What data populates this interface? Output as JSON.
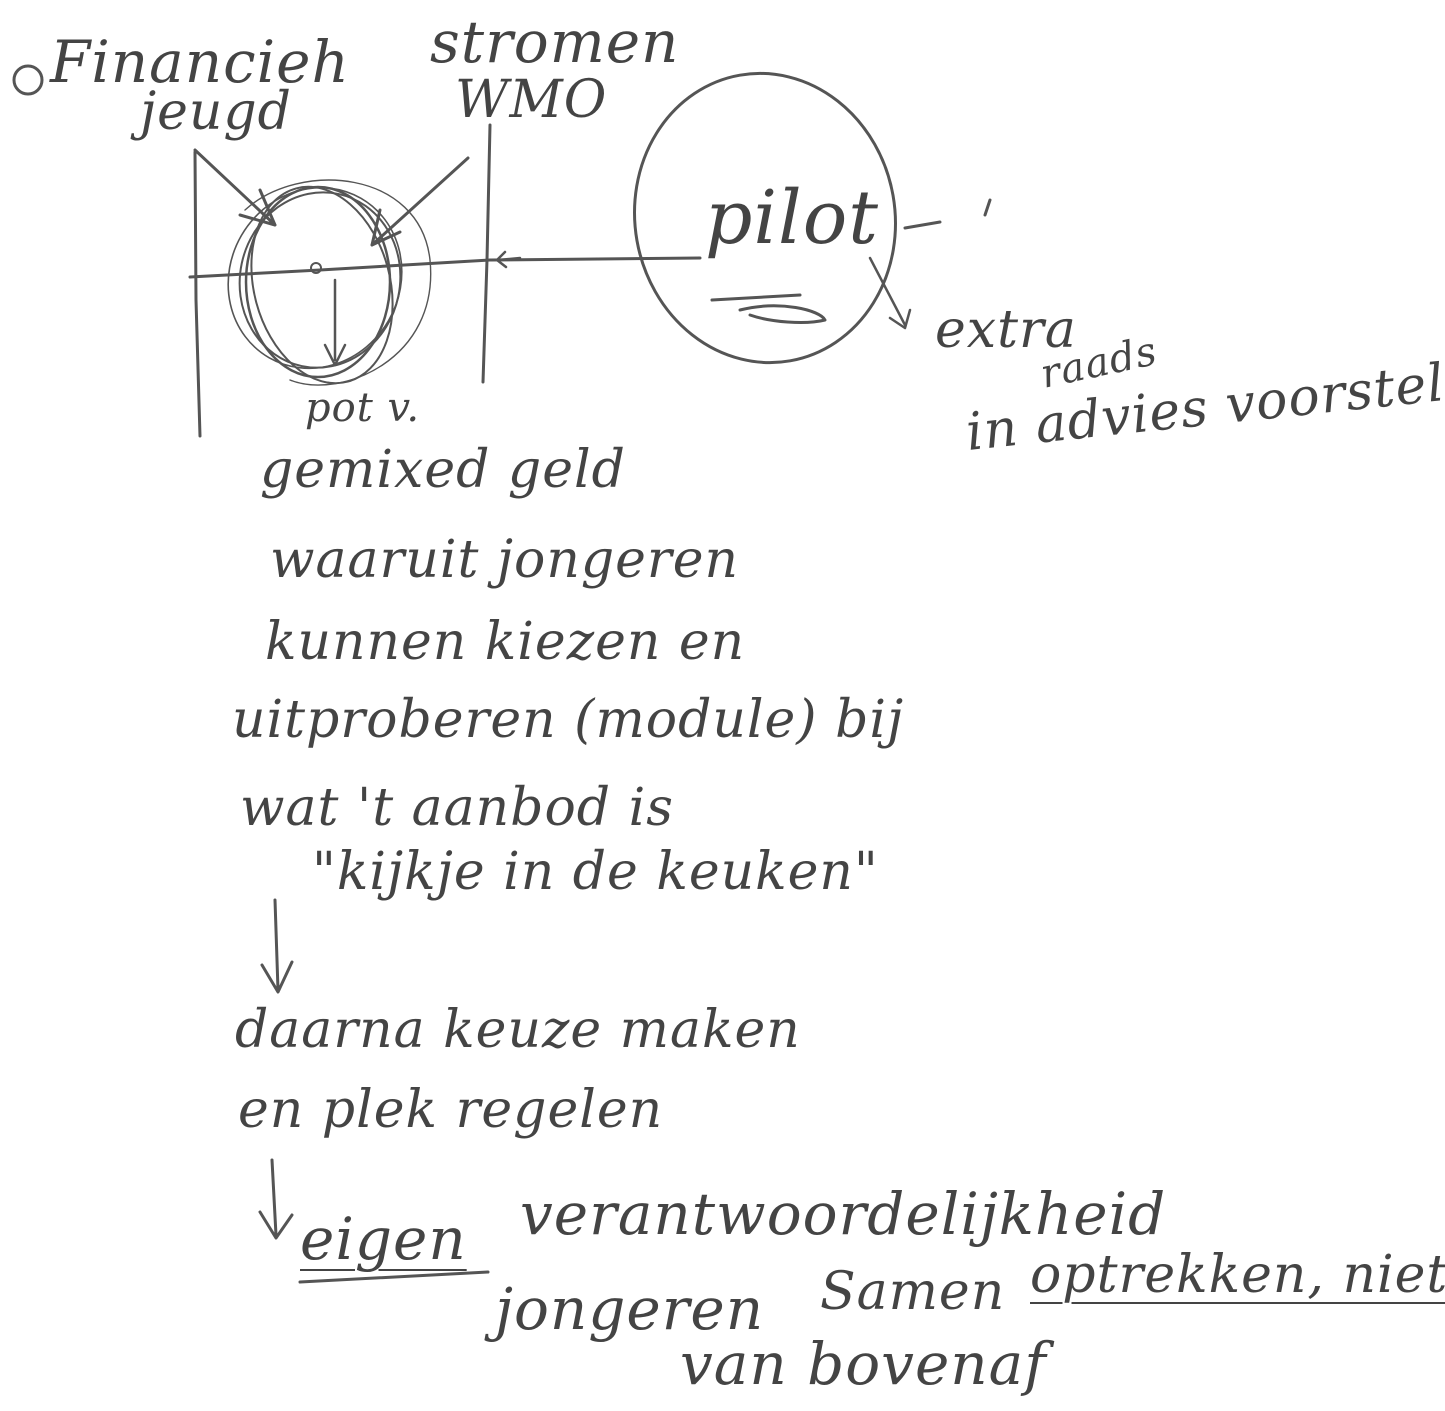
{
  "notes": {
    "title_left": "Financieh",
    "title_right": "stromen",
    "label_jeugd": "jeugd",
    "label_wmo": "WMO",
    "pilot": "pilot",
    "extra": "extra",
    "raads": "raads",
    "advies_line": "in advies voorstel",
    "pot": "pot v.",
    "lines": [
      "gemixed geld",
      "waaruit jongeren",
      "kunnen kiezen en",
      "uitproberen (module) bij",
      "wat 't aanbod is",
      "\"kijkje in de keuken\"",
      "daarna keuze maken",
      "en plek regelen"
    ],
    "eigen": "eigen",
    "verantwoordelijkheid": "verantwoordelijkheid",
    "jongeren": "jongeren",
    "samen": "Samen",
    "optrekken": "optrekken, niet",
    "van_bovenaf": "van bovenaf"
  }
}
